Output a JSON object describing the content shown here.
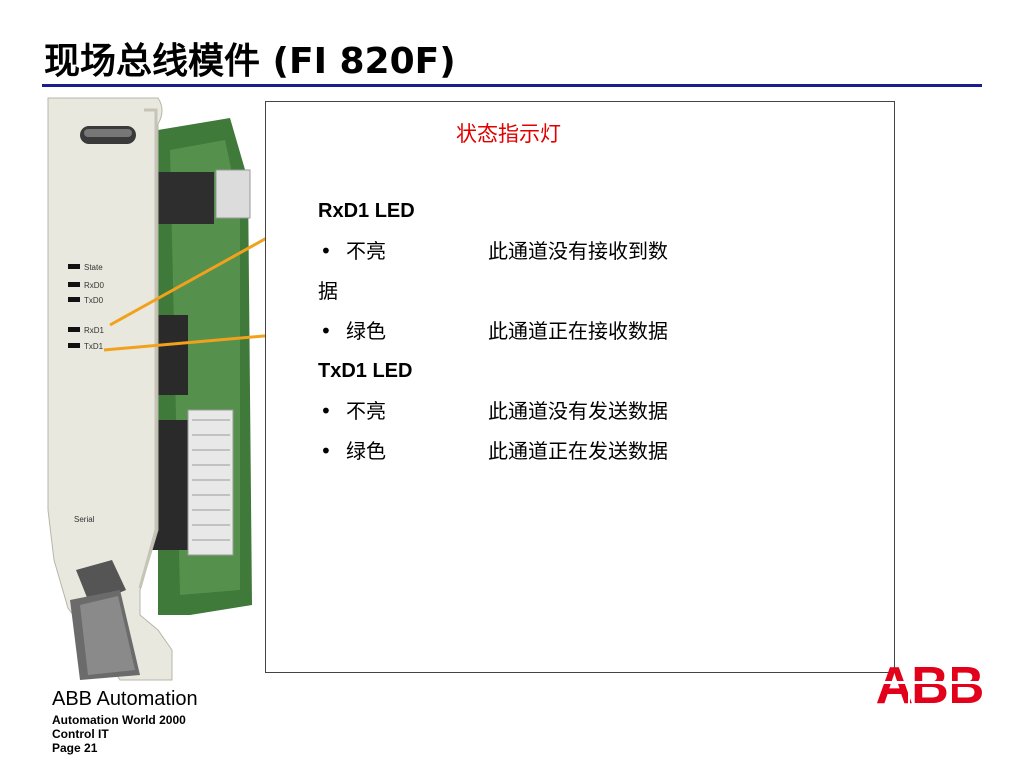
{
  "slide": {
    "title": "现场总线模件 (FI 820F)"
  },
  "module_labels": [
    "State",
    "RxD0",
    "TxD0",
    "RxD1",
    "TxD1"
  ],
  "module_bottom_label": "Serial",
  "info_box": {
    "heading": "状态指示灯",
    "sections": [
      {
        "title": "RxD1 LED",
        "rows": [
          {
            "state": "不亮",
            "desc": "此通道没有接收到数",
            "continuation": "据"
          },
          {
            "state": "绿色",
            "desc": "此通道正在接收数据"
          }
        ]
      },
      {
        "title": "TxD1 LED",
        "rows": [
          {
            "state": "不亮",
            "desc": "此通道没有发送数据"
          },
          {
            "state": "绿色",
            "desc": "此通道正在发送数据"
          }
        ]
      }
    ]
  },
  "footer": {
    "company": "ABB Automation",
    "event": "Automation World 2000",
    "product": "Control IT",
    "page": "Page 21"
  },
  "logo": {
    "text": "ABB",
    "color": "#e2001a"
  },
  "colors": {
    "heading": "#e00000",
    "arrow": "#f2a11c",
    "rule": "#1c1c8c"
  }
}
